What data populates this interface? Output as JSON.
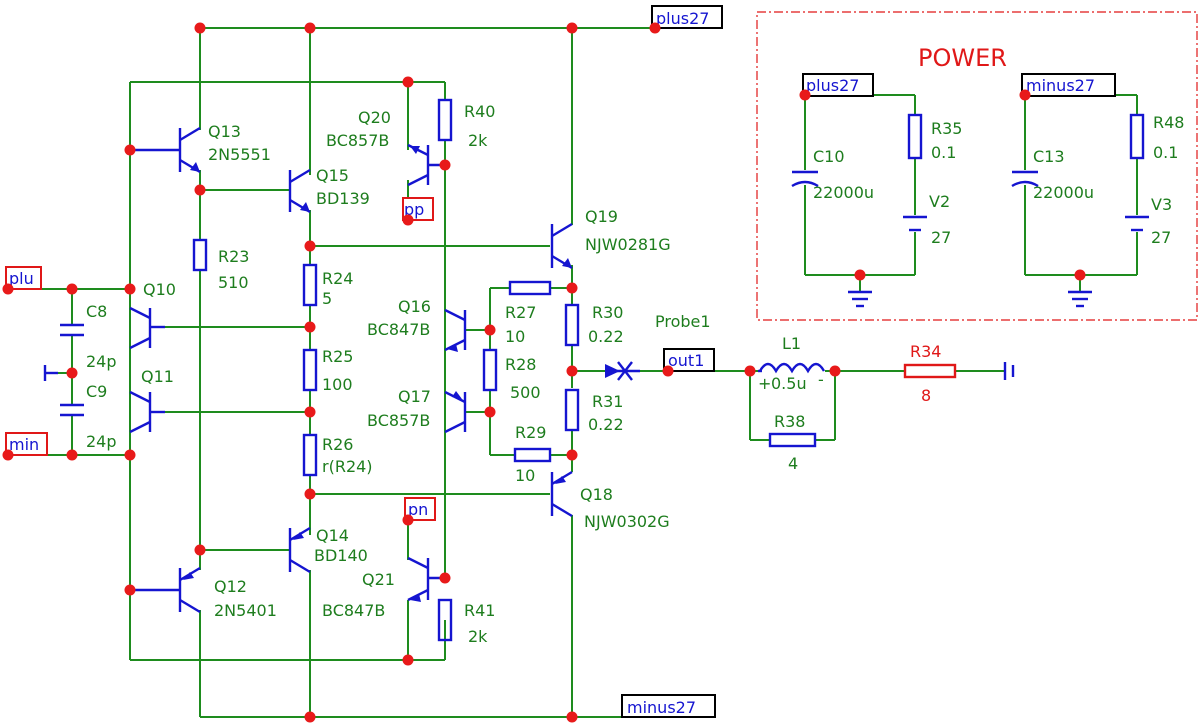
{
  "power": {
    "title": "POWER",
    "border_color": "#e01818"
  },
  "nets": {
    "plus27": "plus27",
    "minus27": "minus27",
    "out1": "out1",
    "plu": "plu",
    "min": "min",
    "pp": "pp",
    "pn": "pn"
  },
  "components": {
    "Q13": {
      "name": "Q13",
      "part": "2N5551"
    },
    "Q15": {
      "name": "Q15",
      "part": "BD139"
    },
    "Q20": {
      "name": "Q20",
      "part": "BC857B"
    },
    "Q19": {
      "name": "Q19",
      "part": "NJW0281G"
    },
    "Q10": {
      "name": "Q10"
    },
    "Q11": {
      "name": "Q11"
    },
    "Q16": {
      "name": "Q16",
      "part": "BC847B"
    },
    "Q17": {
      "name": "Q17",
      "part": "BC857B"
    },
    "Q18": {
      "name": "Q18",
      "part": "NJW0302G"
    },
    "Q14": {
      "name": "Q14",
      "part": "BD140"
    },
    "Q21": {
      "name": "Q21",
      "part": "BC847B"
    },
    "Q12": {
      "name": "Q12",
      "part": "2N5401"
    },
    "R40": {
      "name": "R40",
      "value": "2k"
    },
    "R23": {
      "name": "R23",
      "value": "510"
    },
    "R24": {
      "name": "R24",
      "value": "5"
    },
    "R25": {
      "name": "R25",
      "value": "100"
    },
    "R26": {
      "name": "R26",
      "value": "r(R24)"
    },
    "R27": {
      "name": "R27",
      "value": "10"
    },
    "R28": {
      "name": "R28",
      "value": "500"
    },
    "R29": {
      "name": "R29",
      "value": "10"
    },
    "R30": {
      "name": "R30",
      "value": "0.22"
    },
    "R31": {
      "name": "R31",
      "value": "0.22"
    },
    "R41": {
      "name": "R41",
      "value": "2k"
    },
    "R34": {
      "name": "R34",
      "value": "8"
    },
    "R38": {
      "name": "R38",
      "value": "4"
    },
    "R35": {
      "name": "R35",
      "value": "0.1"
    },
    "R48": {
      "name": "R48",
      "value": "0.1"
    },
    "C8": {
      "name": "C8",
      "value": "24p"
    },
    "C9": {
      "name": "C9",
      "value": "24p"
    },
    "C10": {
      "name": "C10",
      "value": "22000u"
    },
    "C13": {
      "name": "C13",
      "value": "22000u"
    },
    "L1": {
      "name": "L1",
      "value": "0.5u",
      "pol_plus": "+",
      "pol_minus": "-"
    },
    "V2": {
      "name": "V2",
      "value": "27"
    },
    "V3": {
      "name": "V3",
      "value": "27"
    },
    "Probe1": {
      "name": "Probe1"
    }
  },
  "colors": {
    "wire": "#1e8c1e",
    "component": "#1515d0",
    "node": "#e81a1a",
    "label": "#1e7d1e",
    "highlight": "#e01818"
  }
}
